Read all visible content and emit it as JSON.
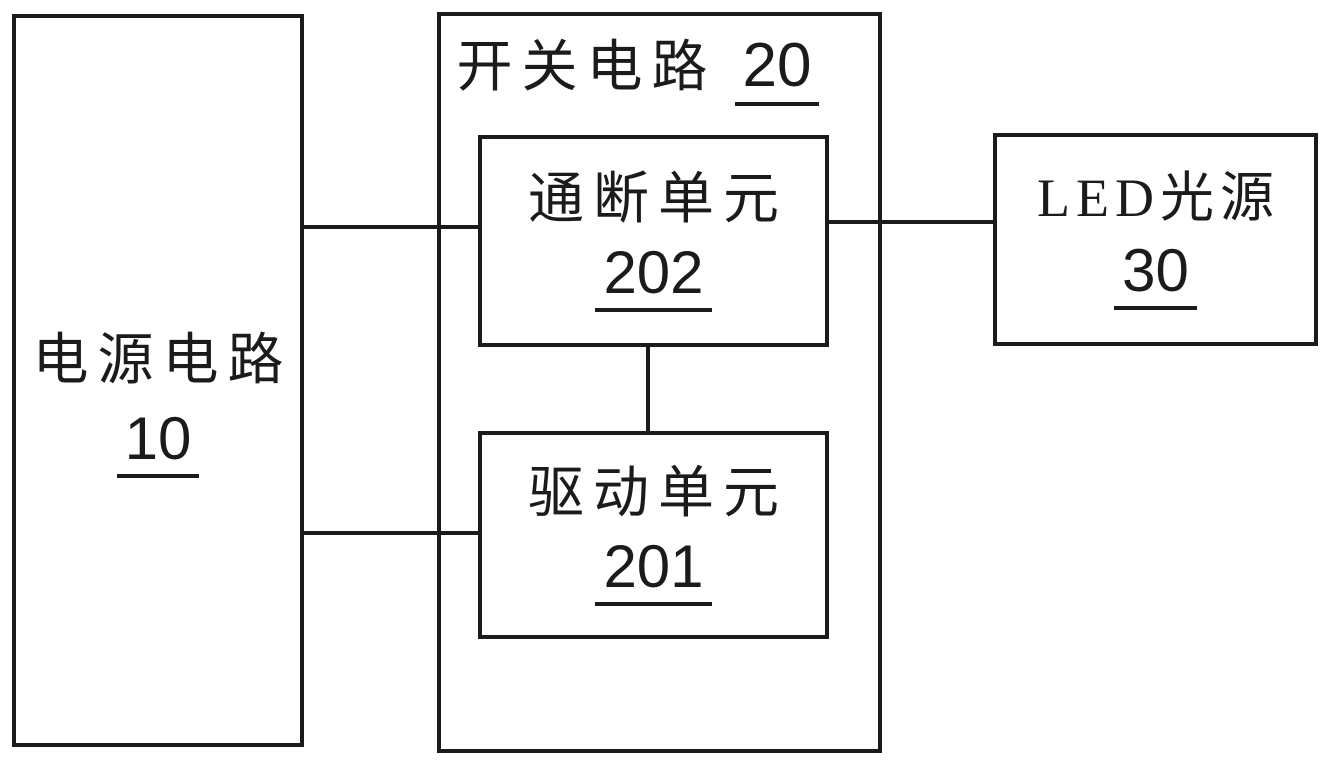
{
  "figure": {
    "type": "block-diagram",
    "background_color": "#ffffff",
    "ink_color": "#1b1b1b"
  },
  "blocks": {
    "power": {
      "label": "电源电路",
      "ref": "10"
    },
    "switch": {
      "label": "开关电路",
      "ref": "20"
    },
    "onoff": {
      "label": "通断单元",
      "ref": "202"
    },
    "drive": {
      "label": "驱动单元",
      "ref": "201"
    },
    "led": {
      "label": "LED光源",
      "ref": "30"
    }
  },
  "connections": [
    {
      "from": "power",
      "to": "onoff"
    },
    {
      "from": "power",
      "to": "drive"
    },
    {
      "from": "onoff",
      "to": "led"
    },
    {
      "from": "onoff",
      "to": "drive"
    }
  ]
}
